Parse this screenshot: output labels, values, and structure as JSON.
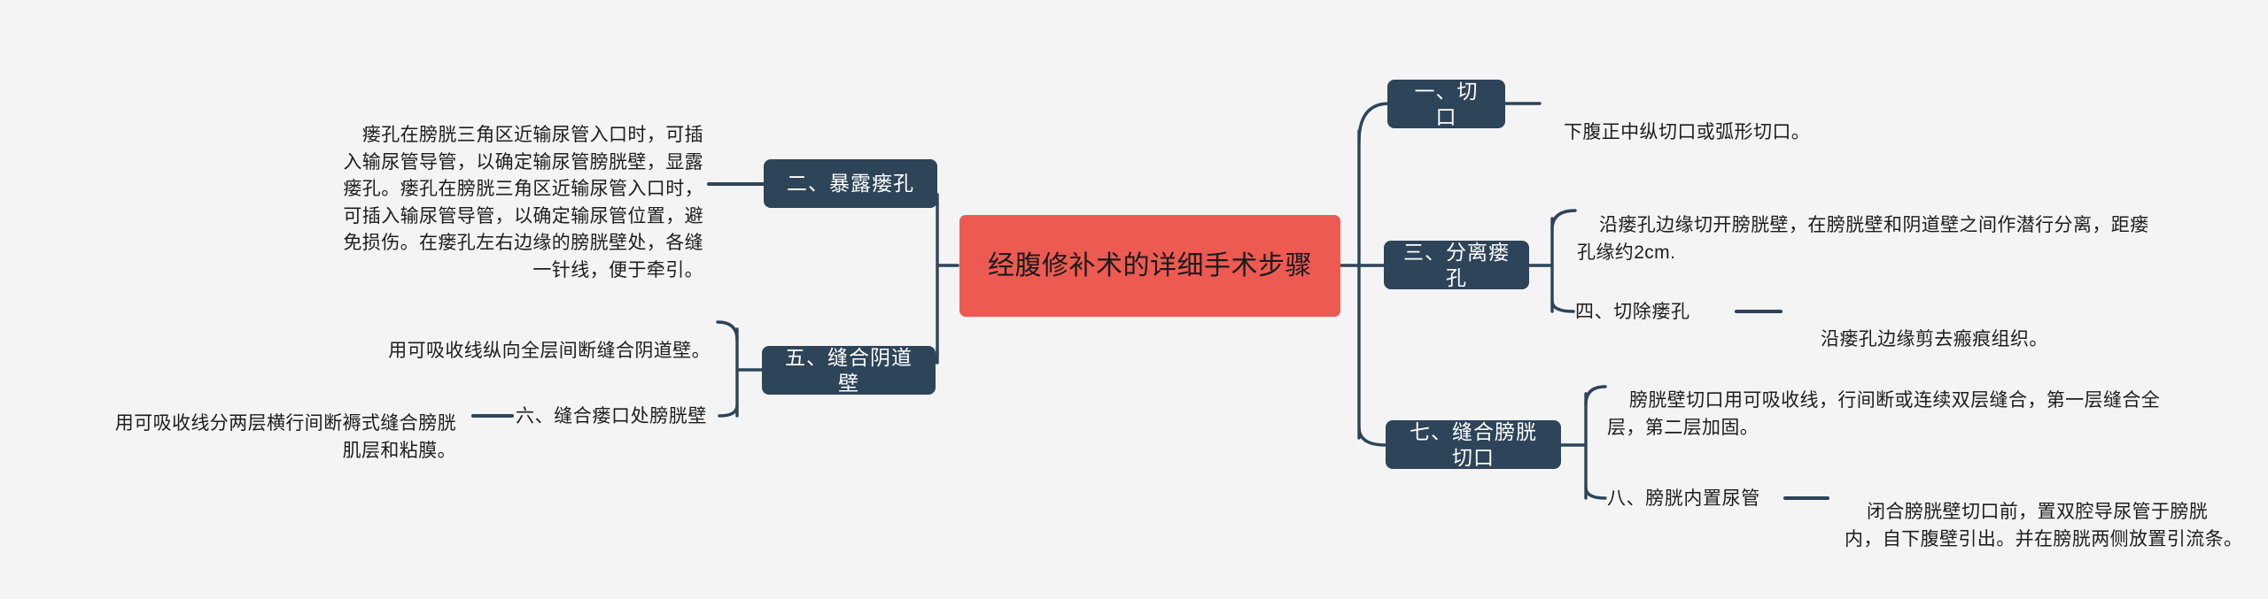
{
  "theme": {
    "background": "#f4f4f4",
    "root_fill": "#ed5a52",
    "root_text": "#1b1b1b",
    "branch_fill": "#2d4459",
    "branch_text": "#ffffff",
    "connector": "#2d4459",
    "body_text": "#1d1d1d"
  },
  "diagram": {
    "type": "mindmap",
    "root": {
      "label": "经腹修补术的详细手术步骤"
    },
    "branches": [
      {
        "id": "branch-1",
        "label": "一、切口",
        "side": "right",
        "detail": "下腹正中纵切口或弧形切口。"
      },
      {
        "id": "branch-2",
        "label": "二、暴露瘘孔",
        "side": "left",
        "detail": "瘘孔在膀胱三角区近输尿管入口时，可插入输尿管导管，以确定输尿管膀胱壁，显露瘘孔。瘘孔在膀胱三角区近输尿管入口时，可插入输尿管导管，以确定输尿管位置，避免损伤。在瘘孔左右边缘的膀胱壁处，各缝一针线，便于牵引。"
      },
      {
        "id": "branch-3",
        "label": "三、分离瘘孔",
        "side": "right",
        "detail": "沿瘘孔边缘切开膀胱壁，在膀胱壁和阴道壁之间作潜行分离，距瘘孔缘约2cm.",
        "children": [
          {
            "id": "branch-4",
            "label": "四、切除瘘孔",
            "detail": "沿瘘孔边缘剪去瘢痕组织。"
          }
        ]
      },
      {
        "id": "branch-5",
        "label": "五、缝合阴道壁",
        "side": "left",
        "detail": "用可吸收线纵向全层间断缝合阴道壁。",
        "children": [
          {
            "id": "branch-6",
            "label": "六、缝合瘘口处膀胱壁",
            "detail": "用可吸收线分两层横行间断褥式缝合膀胱肌层和粘膜。"
          }
        ]
      },
      {
        "id": "branch-7",
        "label": "七、缝合膀胱切口",
        "side": "right",
        "detail": "膀胱壁切口用可吸收线，行间断或连续双层缝合，第一层缝合全层，第二层加固。",
        "children": [
          {
            "id": "branch-8",
            "label": "八、膀胱内置尿管",
            "detail": "闭合膀胱壁切口前，置双腔导尿管于膀胱内，自下腹壁引出。并在膀胱两侧放置引流条。"
          }
        ]
      }
    ]
  }
}
